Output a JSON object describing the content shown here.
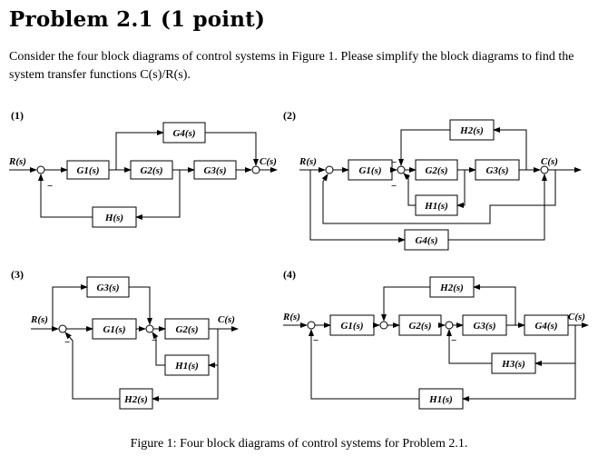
{
  "title": "Problem 2.1 (1 point)",
  "intro": "Consider the four block diagrams of control systems in Figure 1. Please simplify the block diagrams to find the system transfer functions C(s)/R(s).",
  "caption": "Figure 1: Four block diagrams of control systems for Problem 2.1.",
  "diagrams": [
    {
      "label": "(1)",
      "input": "R(s)",
      "output": "C(s)",
      "blocks": {
        "g1": "G1(s)",
        "g2": "G2(s)",
        "g3": "G3(s)",
        "g4": "G4(s)",
        "h": "H(s)"
      }
    },
    {
      "label": "(2)",
      "input": "R(s)",
      "output": "C(s)",
      "blocks": {
        "g1": "G1(s)",
        "g2": "G2(s)",
        "g3": "G3(s)",
        "g4": "G4(s)",
        "h1": "H1(s)",
        "h2": "H2(s)"
      }
    },
    {
      "label": "(3)",
      "input": "R(s)",
      "output": "C(s)",
      "blocks": {
        "g1": "G1(s)",
        "g2": "G2(s)",
        "g3": "G3(s)",
        "h1": "H1(s)",
        "h2": "H2(s)"
      }
    },
    {
      "label": "(4)",
      "input": "R(s)",
      "output": "C(s)",
      "blocks": {
        "g1": "G1(s)",
        "g2": "G2(s)",
        "g3": "G3(s)",
        "g4": "G4(s)",
        "h1": "H1(s)",
        "h2": "H2(s)",
        "h3": "H3(s)"
      }
    }
  ]
}
